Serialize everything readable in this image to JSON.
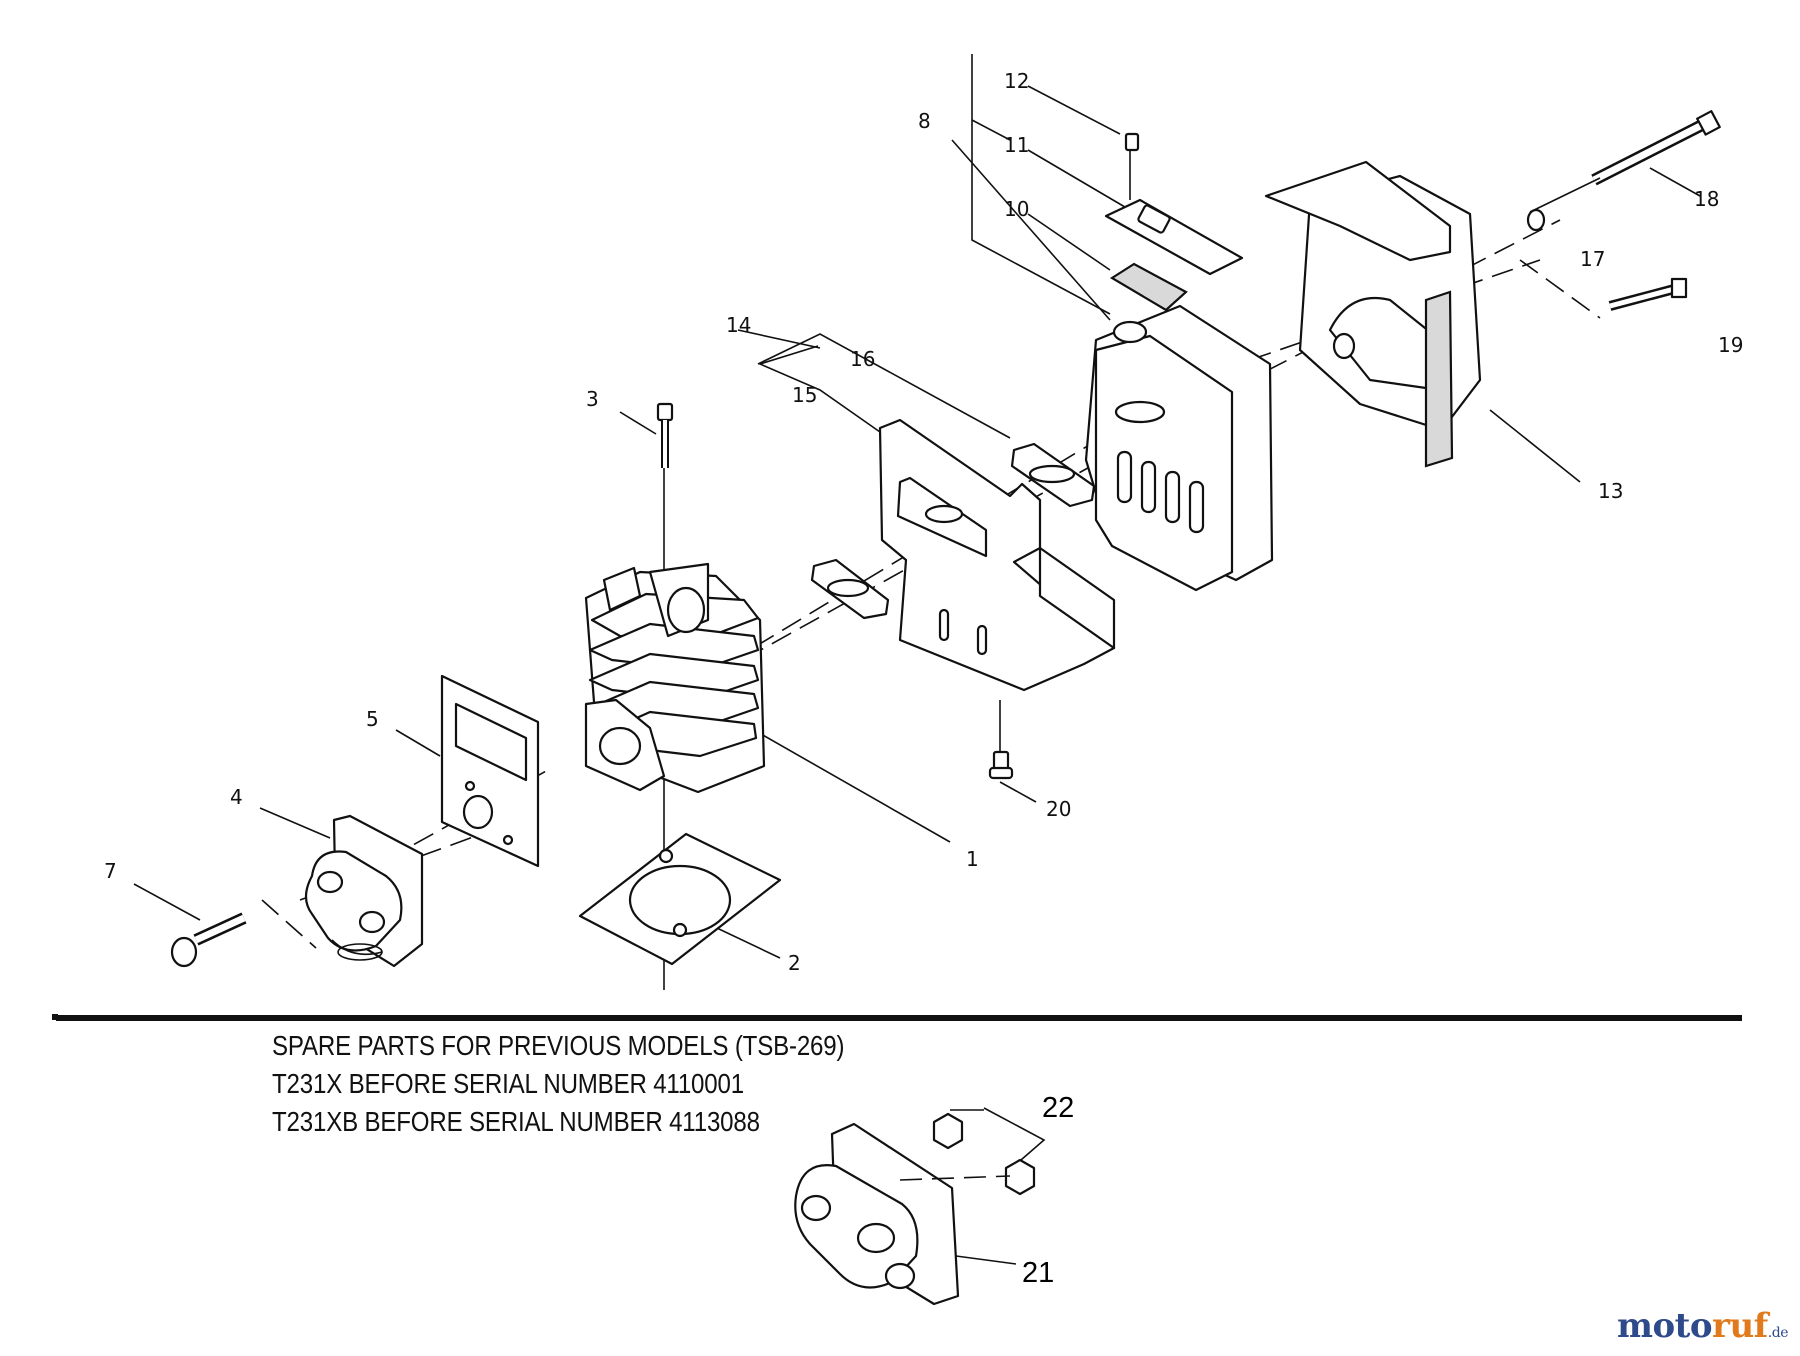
{
  "callouts": {
    "n1": "1",
    "n2": "2",
    "n3": "3",
    "n4": "4",
    "n5": "5",
    "n7": "7",
    "n8": "8",
    "n10": "10",
    "n11": "11",
    "n12": "12",
    "n13": "13",
    "n14": "14",
    "n15": "15",
    "n16": "16",
    "n17": "17",
    "n18": "18",
    "n19": "19",
    "n20": "20",
    "n21": "21",
    "n22": "22"
  },
  "notes": {
    "line1": "SPARE PARTS FOR PREVIOUS MODELS (TSB-269)",
    "line2": "T231X BEFORE SERIAL NUMBER 4110001",
    "line3": "T231XB BEFORE SERIAL NUMBER 4113088"
  },
  "watermark": {
    "part_a": "moto",
    "part_b": "ruf",
    "tld": ".de"
  }
}
